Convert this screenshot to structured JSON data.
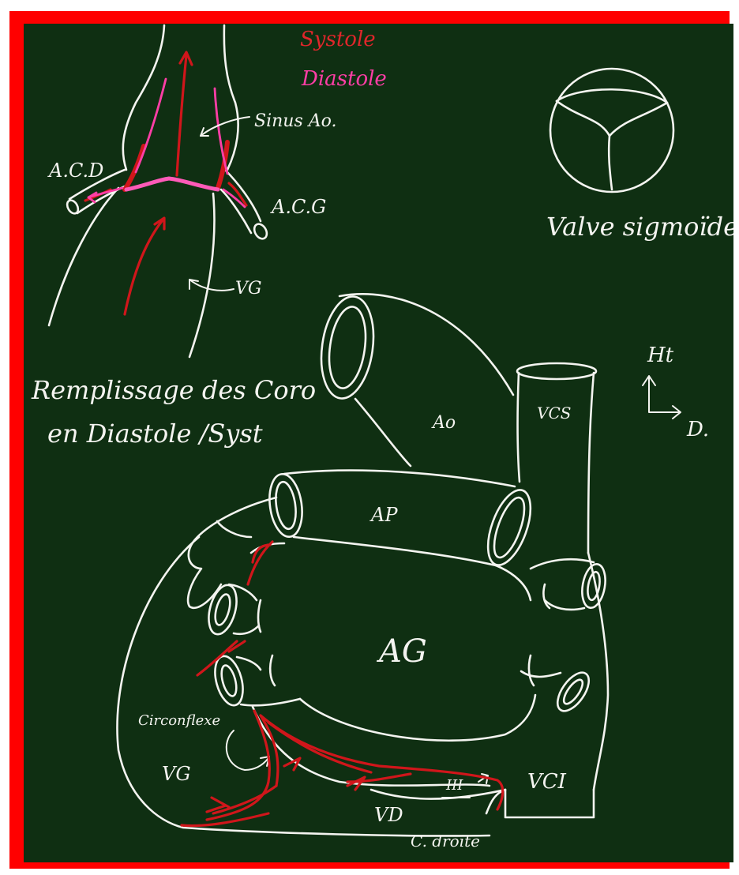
{
  "top_diagram": {
    "legend_systole": "Systole",
    "legend_diastole": "Diastole",
    "label_sinus": "Sinus Ao.",
    "label_acd": "A.C.D",
    "label_acg": "A.C.G",
    "label_vg": "VG",
    "caption_line1": "Remplissage des Coro",
    "caption_line2": "en Diastole /Syst"
  },
  "valve": {
    "label": "Valve sigmoïde"
  },
  "orientation": {
    "up": "Ht",
    "right": "D."
  },
  "heart": {
    "label_ao": "Ao",
    "label_vcs": "VCS",
    "label_ap": "AP",
    "label_ag": "AG",
    "label_circonflexe": "Circonflexe",
    "label_vg": "VG",
    "label_vd": "VD",
    "label_iii": "III",
    "label_c_droite": "C. droite",
    "label_vci": "VCI"
  },
  "colors": {
    "board": "#0f2f12",
    "frame": "#ff0000",
    "chalk": "#f4f4f0",
    "systole": "#d0161b",
    "diastole": "#ff3ea6"
  }
}
